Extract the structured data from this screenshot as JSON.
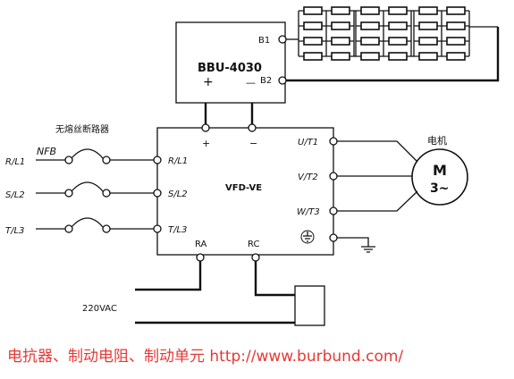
{
  "brake_unit": {
    "model": "BBU-4030",
    "terminal_b1": "B1",
    "terminal_b2": "B2",
    "plus": "+",
    "minus": "—"
  },
  "breaker": {
    "title": "无熔丝断路器",
    "label": "NFB"
  },
  "inputs": [
    "R/L1",
    "S/L2",
    "T/L3"
  ],
  "inverter": {
    "model": "VFD-VE",
    "plus": "+",
    "minus": "−",
    "inputs": [
      "R/L1",
      "S/L2",
      "T/L3"
    ],
    "outputs": [
      "U/T1",
      "V/T2",
      "W/T3"
    ],
    "relay_a": "RA",
    "relay_c": "RC"
  },
  "motor": {
    "title": "电机",
    "symbol": "M",
    "phase": "3~"
  },
  "supply": "220VAC",
  "footer": "电抗器、制动电阻、制动单元 http://www.burbund.com/"
}
